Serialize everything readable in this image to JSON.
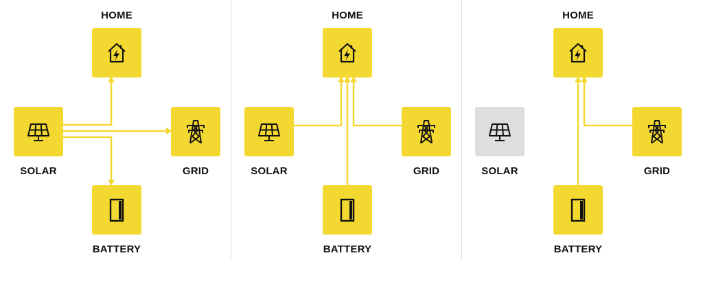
{
  "colors": {
    "active": "#f4d832",
    "inactive": "#dedede",
    "flow": "#f4d832",
    "text": "#111111"
  },
  "icons": {
    "home": "home-bolt-icon",
    "solar": "solar-panel-icon",
    "grid": "power-tower-icon",
    "battery": "battery-icon"
  },
  "panels": [
    {
      "home": "HOME",
      "solar": "SOLAR",
      "grid": "GRID",
      "battery": "BATTERY",
      "solar_active": true,
      "flows": [
        "solar → home",
        "solar → grid",
        "solar → battery"
      ]
    },
    {
      "home": "HOME",
      "solar": "SOLAR",
      "grid": "GRID",
      "battery": "BATTERY",
      "solar_active": true,
      "flows": [
        "solar → home",
        "battery → home",
        "grid → home"
      ]
    },
    {
      "home": "HOME",
      "solar": "SOLAR",
      "grid": "GRID",
      "battery": "BATTERY",
      "solar_active": false,
      "flows": [
        "battery → home",
        "grid → home"
      ]
    }
  ]
}
